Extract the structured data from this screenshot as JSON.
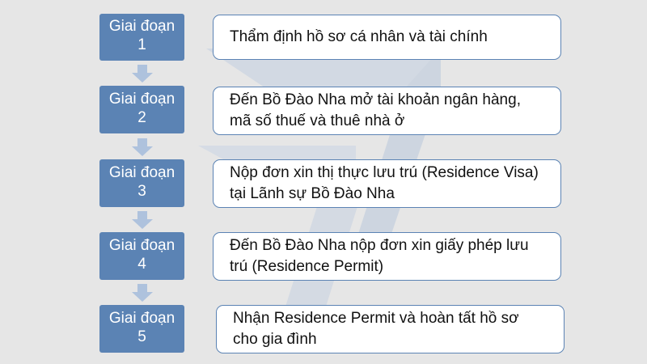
{
  "stages": [
    {
      "label": "Giai đoạn",
      "number": "1",
      "description": "Thẩm định hồ sơ cá nhân và tài chính"
    },
    {
      "label": "Giai đoạn",
      "number": "2",
      "description": "Đến Bồ Đào Nha mở tài khoản ngân hàng, mã số thuế và thuê nhà ở"
    },
    {
      "label": "Giai đoạn",
      "number": "3",
      "description": "Nộp đơn xin thị thực lưu trú (Residence Visa) tại Lãnh sự Bồ Đào Nha"
    },
    {
      "label": "Giai đoạn",
      "number": "4",
      "description": "Đến Bồ Đào Nha nộp đơn xin giấy phép lưu trú (Residence Permit)"
    },
    {
      "label": "Giai đoạn",
      "number": "5",
      "description": "Nhận Residence Permit và hoàn tất hồ sơ cho gia đình"
    }
  ],
  "colors": {
    "background": "#e6e6e6",
    "stage_fill": "#5b83b4",
    "arrow_fill": "#aec2dd",
    "box_border": "#5b83b4",
    "watermark": "#cfd6e0"
  }
}
